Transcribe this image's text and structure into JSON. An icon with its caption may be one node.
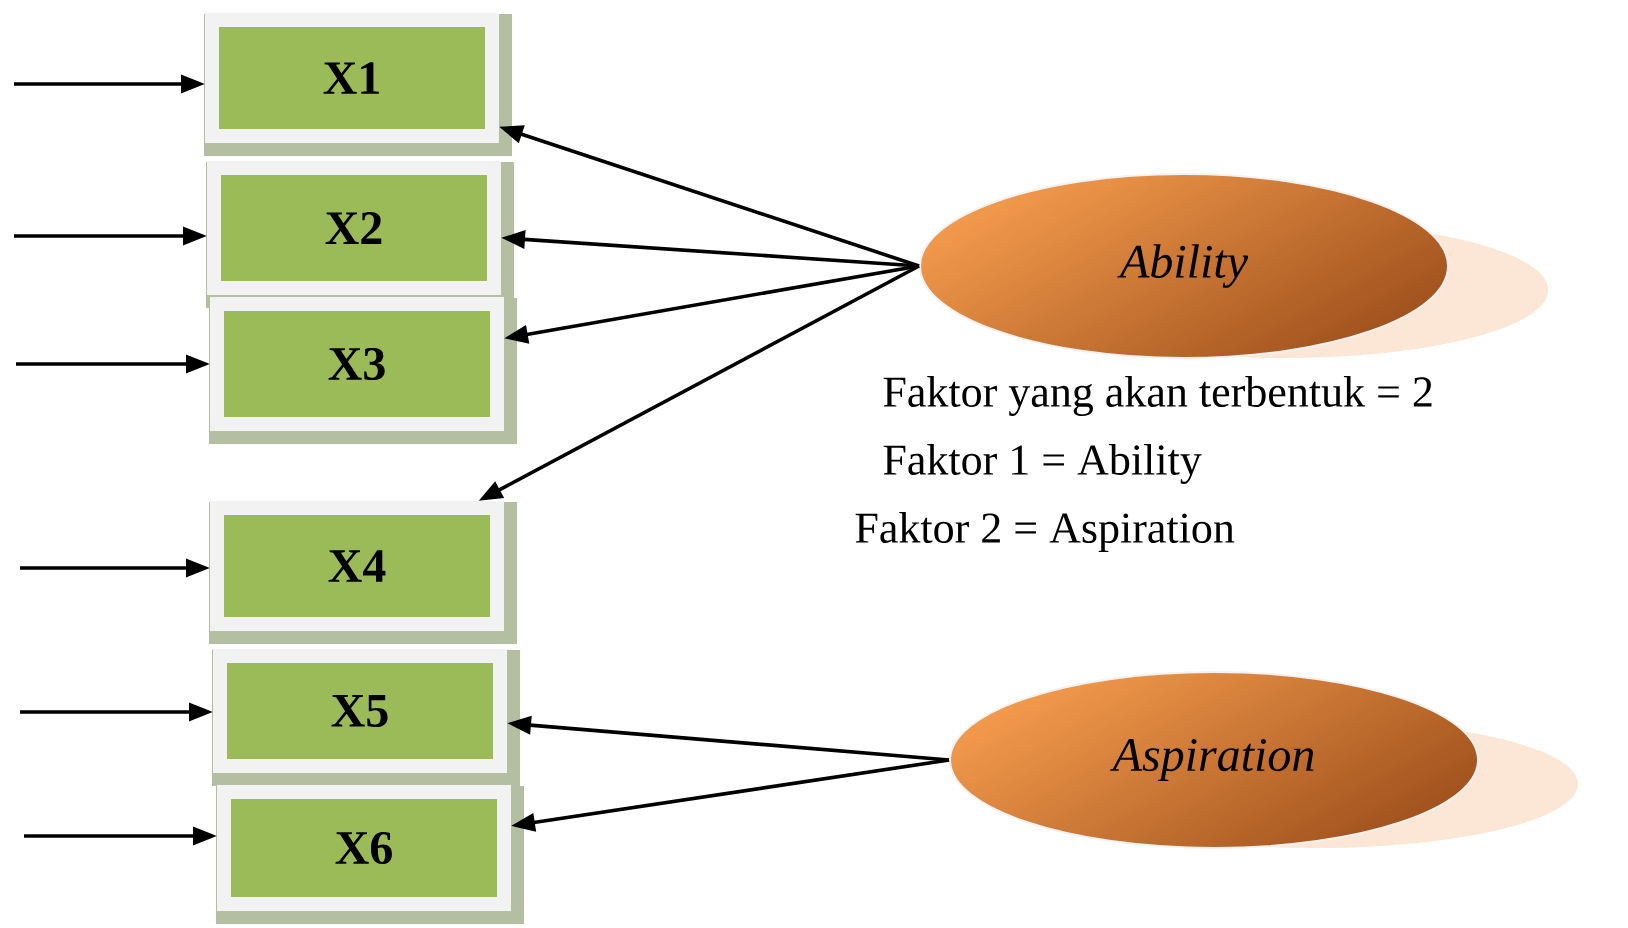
{
  "diagram": {
    "nodes": [
      {
        "text": [
          "X1"
        ]
      },
      {
        "text": [
          "X2"
        ]
      },
      {
        "text": [
          "X3"
        ]
      },
      {
        "text": [
          "X4"
        ]
      },
      {
        "text": [
          "X5"
        ]
      },
      {
        "text": [
          "X6"
        ]
      },
      {
        "text": [
          "*Ability*"
        ]
      },
      {
        "text": [
          "*Aspiration*"
        ]
      }
    ],
    "edges": [
      {
        "from": null,
        "to": 0,
        "arrow": "to"
      },
      {
        "from": null,
        "to": 1,
        "arrow": "to"
      },
      {
        "from": null,
        "to": 2,
        "arrow": "to"
      },
      {
        "from": null,
        "to": 3,
        "arrow": "to"
      },
      {
        "from": null,
        "to": 4,
        "arrow": "to"
      },
      {
        "from": null,
        "to": 5,
        "arrow": "to"
      },
      {
        "from": 6,
        "to": 0,
        "arrow": "to"
      },
      {
        "from": 6,
        "to": 1,
        "arrow": "to"
      },
      {
        "from": 6,
        "to": 2,
        "arrow": "to"
      },
      {
        "from": 6,
        "to": 3,
        "arrow": "to"
      },
      {
        "from": 7,
        "to": 4,
        "arrow": "to"
      },
      {
        "from": 7,
        "to": 5,
        "arrow": "to"
      }
    ],
    "labels": [
      "Faktor yang akan terbentuk = 2",
      "Faktor 1 = Ability",
      "Faktor 2 = Aspiration"
    ]
  }
}
